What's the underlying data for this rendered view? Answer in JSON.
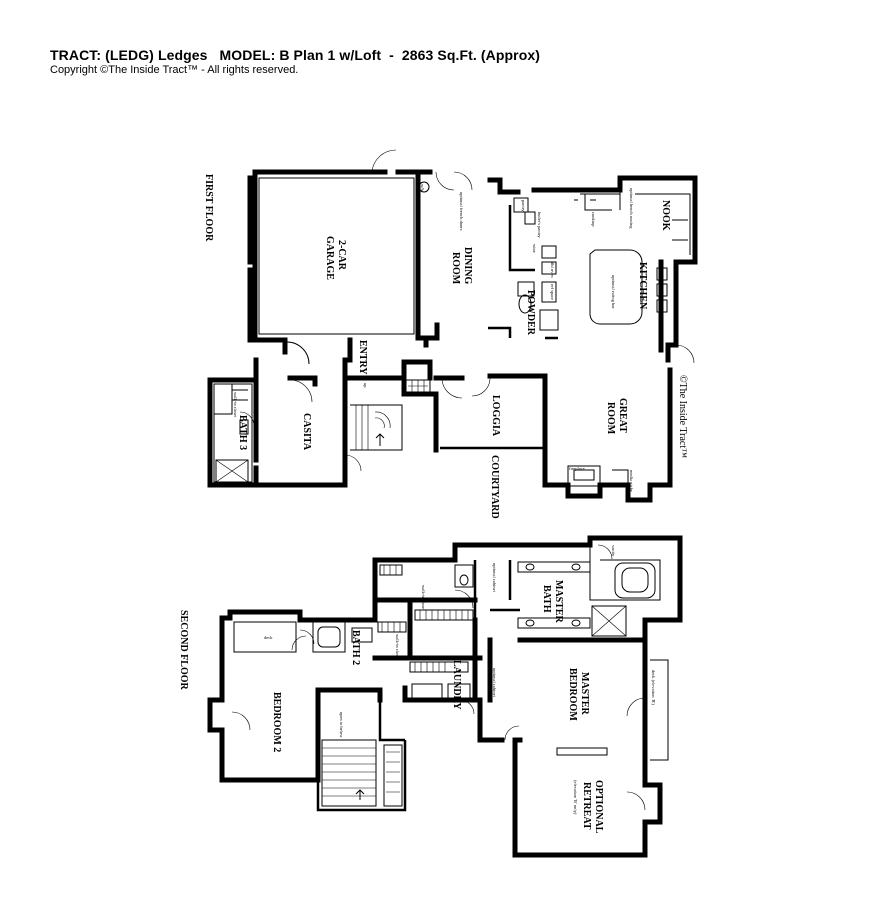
{
  "header": {
    "title": "TRACT: (LEDG) Ledges   MODEL: B Plan 1 w/Loft  -  2863 Sq.Ft. (Approx)",
    "copyright": "Copyright  ©The Inside Tract™ - All rights reserved."
  },
  "watermark": "©The Inside Tract™",
  "first_floor": {
    "label": "FIRST FLOOR",
    "rooms": {
      "garage_1": "2-CAR",
      "garage_2": "GARAGE",
      "dining_1": "DINING",
      "dining_2": "ROOM",
      "kitchen": "KITCHEN",
      "nook": "NOOK",
      "powder": "POWDER",
      "entry": "ENTRY",
      "casita": "CASITA",
      "bath3": "BATH 3",
      "loggia": "LOGGIA",
      "great_1": "GREAT",
      "great_2": "ROOM",
      "courtyard": "COURTYARD"
    },
    "notes": {
      "wh": "w/h",
      "optional_bench_doors": "optional french doors",
      "butlers_pantry": "butler's pantry",
      "pantry": "pantry",
      "cooktop": "cooktop",
      "wine": "wine",
      "dbl_oven": "dbl oven",
      "ref_space": "ref space",
      "island": "optional eating bar",
      "optional_bench": "optional bench seating",
      "fireplace": "fireplace",
      "media_niche": "media niche",
      "walkin": "walk-in closet",
      "up": "up"
    }
  },
  "second_floor": {
    "label": "SECOND FLOOR",
    "rooms": {
      "master_bath_1": "MASTER",
      "master_bath_2": "BATH",
      "master_bed_1": "MASTER",
      "master_bed_2": "BEDROOM",
      "bath2": "BATH 2",
      "laundry": "LAUNDRY",
      "bedroom2": "BEDROOM 2",
      "retreat_1": "OPTIONAL",
      "retreat_2": "RETREAT",
      "retreat_note": "(elevation 'B' only)"
    },
    "notes": {
      "walkin_closet": "walk-in closet",
      "walkin_closet2": "walk-in closet",
      "optional_cabinet": "optional cabinet",
      "optional_cabinet2": "optional cabinet",
      "deck": "deck",
      "deck2": "deck (elevation 'B')",
      "open_to_below": "open to below",
      "vanity": "vanity"
    }
  }
}
